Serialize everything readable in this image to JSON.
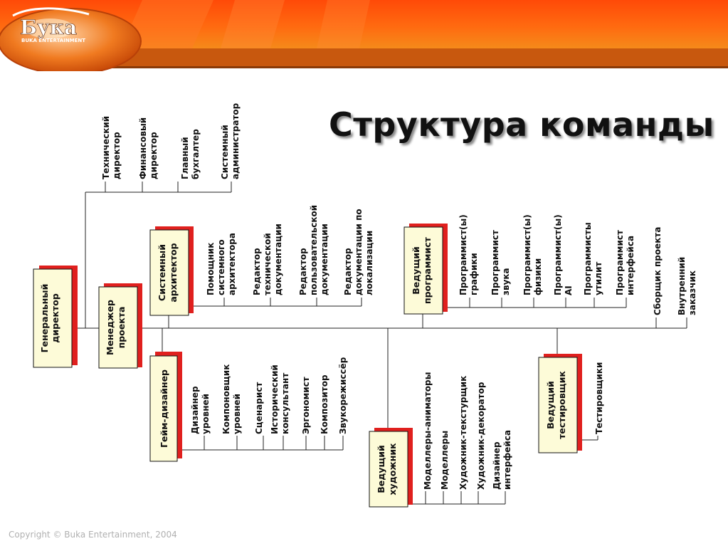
{
  "logo": {
    "name": "Бука",
    "tagline": "BUKA ENTERTAINMENT"
  },
  "title": "Структура команды",
  "footer": "Copyright © Buka Entertainment, 2004",
  "boxes": {
    "gendir": [
      "Генеральный",
      "директор"
    ],
    "manager": [
      "Менеджер",
      "проекта"
    ],
    "sysarch": [
      "Системный",
      "архитектор"
    ],
    "gamedes": [
      "Гейм-дизайнер"
    ],
    "leadprog": [
      "Ведущий",
      "программист"
    ],
    "leadart": [
      "Ведущий",
      "художник"
    ],
    "leadtest": [
      "Ведущий",
      "тестировщик"
    ]
  },
  "labels": {
    "tech_dir": [
      "Технический",
      "директор"
    ],
    "fin_dir": [
      "Финансовый",
      "директор"
    ],
    "accountant": [
      "Главный",
      "бухгалтер"
    ],
    "sysadmin": [
      "Системный",
      "администратор"
    ],
    "arch_assist": [
      "Помощник",
      "системного",
      "архитектора"
    ],
    "tech_doc_ed": [
      "Редактор",
      "технической",
      "документации"
    ],
    "user_doc_ed": [
      "Редактор",
      "пользовательской",
      "документации"
    ],
    "loc_doc_ed": [
      "Редактор",
      "документации по",
      "локализации"
    ],
    "prog_graphics": [
      "Программист(ы)",
      "графики"
    ],
    "prog_sound": [
      "Программист",
      "звука"
    ],
    "prog_physics": [
      "Программист(ы)",
      "физики"
    ],
    "prog_ai": [
      "Программист(ы)",
      "AI"
    ],
    "prog_utils": [
      "Программисты",
      "утилит"
    ],
    "prog_ui": [
      "Программист",
      "интерфейса"
    ],
    "builder": [
      "Сборщик проекта"
    ],
    "customer": [
      "Внутренний",
      "заказчик"
    ],
    "level_des": [
      "Дизайнер",
      "уровней"
    ],
    "level_comp": [
      "Компоновщик",
      "уровней"
    ],
    "writer": [
      "Сценарист"
    ],
    "historian": [
      "Исторический",
      "консультант"
    ],
    "ergonomist": [
      "Эргономист"
    ],
    "composer": [
      "Композитор"
    ],
    "sound_dir": [
      "Звукорежиссёр"
    ],
    "modelers_anim": [
      "Моделлеры-аниматоры"
    ],
    "modelers": [
      "Моделлеры"
    ],
    "texture_artist": [
      "Художник-текстурщик"
    ],
    "decor_artist": [
      "Художник-декоратор"
    ],
    "ui_designer": [
      "Дизайнер",
      "интерфейса"
    ],
    "testers": [
      "Тестировщики"
    ]
  }
}
